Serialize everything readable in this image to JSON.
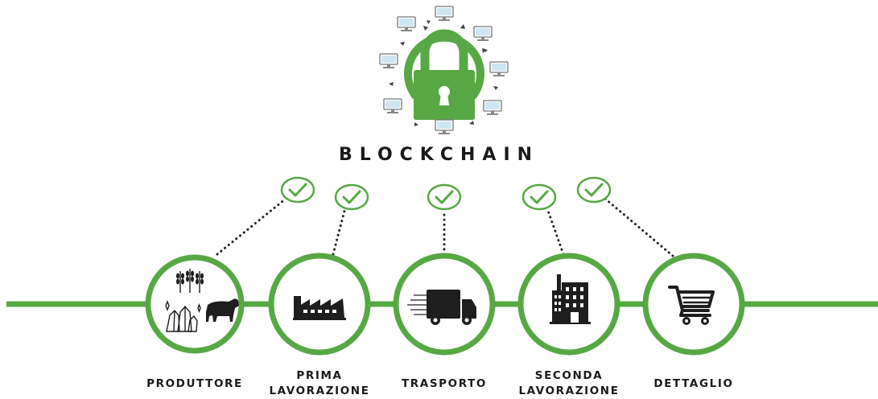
{
  "header": {
    "title": "BLOCKCHAIN"
  },
  "colors": {
    "accent": "#57a845",
    "text": "#1a1a1a",
    "dots": "#222222"
  },
  "stages": [
    {
      "id": "produttore",
      "label_line1": "PRODUTTORE",
      "label_line2": "",
      "icon": "wheat-cow-crystal-icon"
    },
    {
      "id": "prima-lavorazione",
      "label_line1": "PRIMA",
      "label_line2": "LAVORAZIONE",
      "icon": "factory-icon"
    },
    {
      "id": "trasporto",
      "label_line1": "TRASPORTO",
      "label_line2": "",
      "icon": "truck-icon"
    },
    {
      "id": "seconda-lavorazione",
      "label_line1": "SECONDA",
      "label_line2": "LAVORAZIONE",
      "icon": "industrial-building-icon"
    },
    {
      "id": "dettaglio",
      "label_line1": "DETTAGLIO",
      "label_line2": "",
      "icon": "shopping-cart-icon"
    }
  ]
}
